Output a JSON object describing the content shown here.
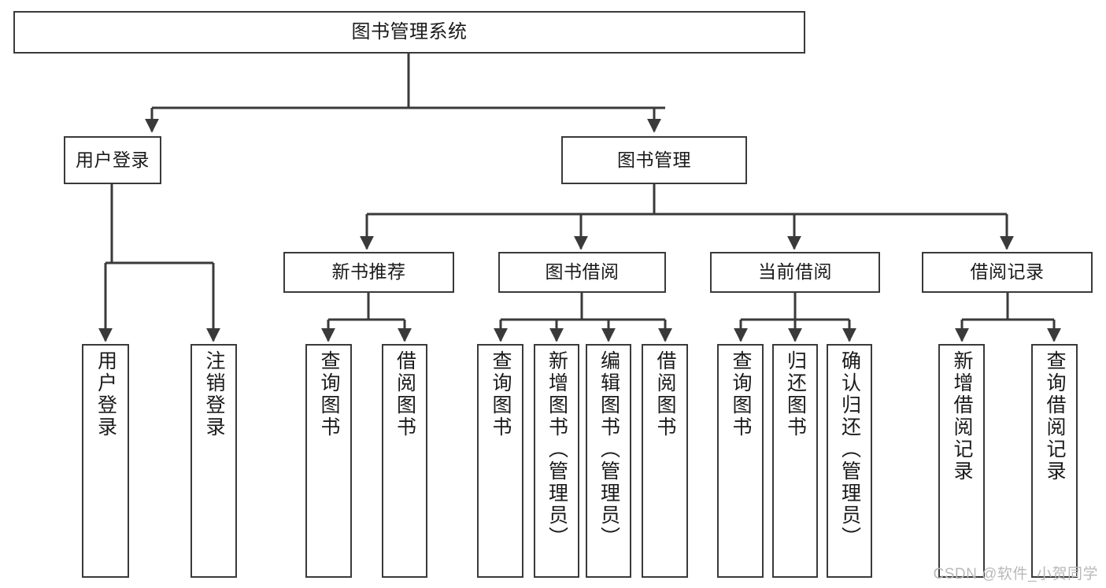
{
  "diagram": {
    "title": "图书管理系统",
    "type": "tree-hierarchy",
    "watermark": "CSDN @软件_小贺同学",
    "line_color": "#3a3a3a",
    "box_fill": "#ffffff",
    "text_color": "#1a1a1a",
    "watermark_color": "#b9b9b9"
  },
  "nodes": {
    "root": {
      "label": "图书管理系统",
      "level": 1
    },
    "user_login": {
      "label": "用户登录",
      "level": 2
    },
    "book_manage": {
      "label": "图书管理",
      "level": 2
    },
    "new_book_rec": {
      "label": "新书推荐",
      "level": 3
    },
    "book_borrow": {
      "label": "图书借阅",
      "level": 3
    },
    "current_borrow": {
      "label": "当前借阅",
      "level": 3
    },
    "borrow_record": {
      "label": "借阅记录",
      "level": 3
    },
    "leaf_user_login": {
      "label": "用户登录",
      "level": 4
    },
    "leaf_logout": {
      "label": "注销登录",
      "level": 4
    },
    "leaf_query_book_a": {
      "label": "查询图书",
      "level": 4
    },
    "leaf_borrow_book_a": {
      "label": "借阅图书",
      "level": 4
    },
    "leaf_query_book_b": {
      "label": "查询图书",
      "level": 4
    },
    "leaf_add_book": {
      "label": "新增图书（管理员）",
      "level": 4
    },
    "leaf_edit_book": {
      "label": "编辑图书（管理员）",
      "level": 4
    },
    "leaf_borrow_book_b": {
      "label": "借阅图书",
      "level": 4
    },
    "leaf_query_book_c": {
      "label": "查询图书",
      "level": 4
    },
    "leaf_return_book": {
      "label": "归还图书",
      "level": 4
    },
    "leaf_confirm_return": {
      "label": "确认归还（管理员）",
      "level": 4
    },
    "leaf_add_record": {
      "label": "新增借阅记录",
      "level": 4
    },
    "leaf_query_record": {
      "label": "查询借阅记录",
      "level": 4
    }
  },
  "edges": [
    {
      "from": "root",
      "to": "user_login"
    },
    {
      "from": "root",
      "to": "book_manage"
    },
    {
      "from": "book_manage",
      "to": "new_book_rec"
    },
    {
      "from": "book_manage",
      "to": "book_borrow"
    },
    {
      "from": "book_manage",
      "to": "current_borrow"
    },
    {
      "from": "book_manage",
      "to": "borrow_record"
    },
    {
      "from": "user_login",
      "to": "leaf_user_login"
    },
    {
      "from": "user_login",
      "to": "leaf_logout"
    },
    {
      "from": "new_book_rec",
      "to": "leaf_query_book_a"
    },
    {
      "from": "new_book_rec",
      "to": "leaf_borrow_book_a"
    },
    {
      "from": "book_borrow",
      "to": "leaf_query_book_b"
    },
    {
      "from": "book_borrow",
      "to": "leaf_add_book"
    },
    {
      "from": "book_borrow",
      "to": "leaf_edit_book"
    },
    {
      "from": "book_borrow",
      "to": "leaf_borrow_book_b"
    },
    {
      "from": "current_borrow",
      "to": "leaf_query_book_c"
    },
    {
      "from": "current_borrow",
      "to": "leaf_return_book"
    },
    {
      "from": "current_borrow",
      "to": "leaf_confirm_return"
    },
    {
      "from": "borrow_record",
      "to": "leaf_add_record"
    },
    {
      "from": "borrow_record",
      "to": "leaf_query_record"
    }
  ]
}
